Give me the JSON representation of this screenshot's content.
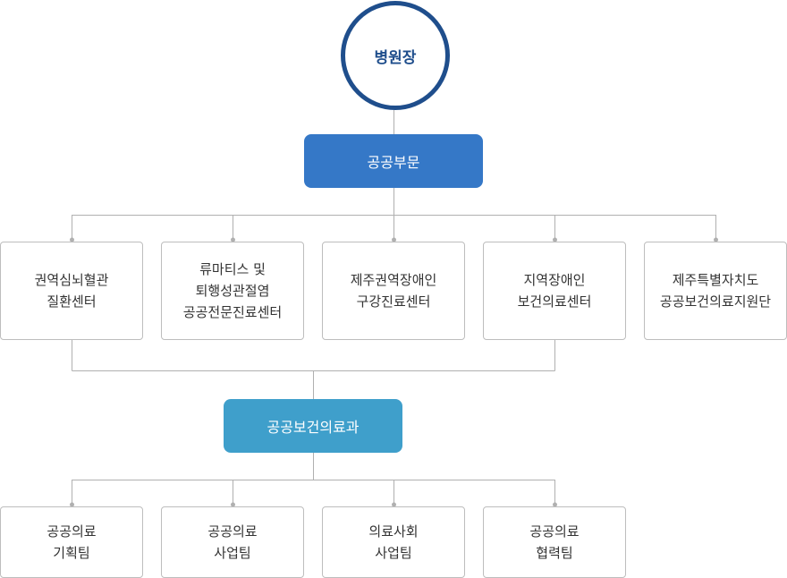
{
  "root": {
    "label": "병원장"
  },
  "division": {
    "label": "공공부문"
  },
  "centers": [
    {
      "label": "권역심뇌혈관\n질환센터"
    },
    {
      "label": "류마티스 및\n퇴행성관절염\n공공전문진료센터"
    },
    {
      "label": "제주권역장애인\n구강진료센터"
    },
    {
      "label": "지역장애인\n보건의료센터"
    },
    {
      "label": "제주특별자치도\n공공보건의료지원단"
    }
  ],
  "department": {
    "label": "공공보건의료과"
  },
  "teams": [
    {
      "label": "공공의료\n기획팀"
    },
    {
      "label": "공공의료\n사업팀"
    },
    {
      "label": "의료사회\n사업팀"
    },
    {
      "label": "공공의료\n협력팀"
    }
  ],
  "colors": {
    "root_border": "#1f4e8c",
    "division_fill": "#3578c7",
    "department_fill": "#3f9fcb",
    "connector": "#b0b0b0"
  }
}
